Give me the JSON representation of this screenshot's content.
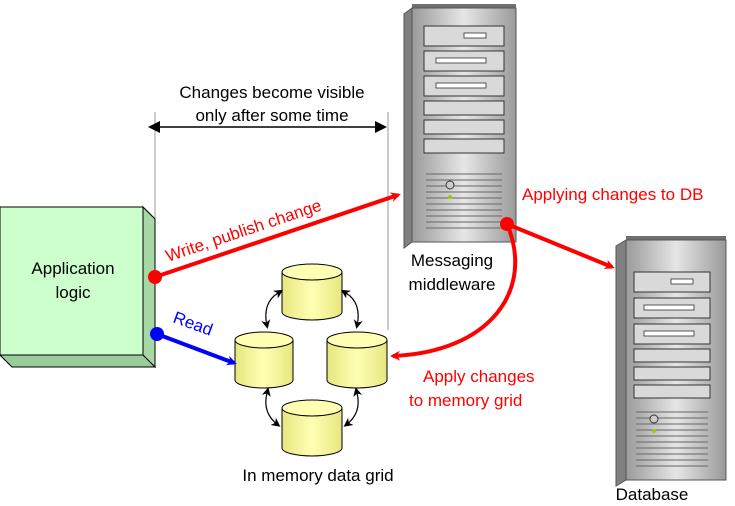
{
  "colors": {
    "write_arrow": "#ff0000",
    "read_arrow": "#0000ff",
    "app_box": "#ccffcc",
    "grid_cylinder": "#ffff99",
    "server_body": "#c0c0c0"
  },
  "icons": {
    "server": "server-tower-icon",
    "cylinder": "database-cylinder-icon"
  },
  "labels": {
    "visibility_line1": "Changes become visible",
    "visibility_line2": "only after some time",
    "app_line1": "Application",
    "app_line2": "logic",
    "write": "Write, publish change",
    "read": "Read",
    "middleware_line1": "Messaging",
    "middleware_line2": "middleware",
    "applying_db": "Applying changes to DB",
    "apply_grid_line1": "Apply changes",
    "apply_grid_line2": "to memory grid",
    "grid": "In memory data grid",
    "database": "Database"
  }
}
